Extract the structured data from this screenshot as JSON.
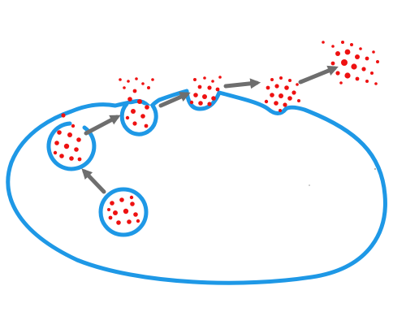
{
  "diagram": {
    "background_color": "#ffffff",
    "membrane_color": "#1e98e6",
    "granule_color": "#ee1111",
    "arrow_color": "#6e6e6e",
    "sequence": [
      "vesicle-in-cytoplasm",
      "vesicle-docked-open",
      "vesicle-partially-fused",
      "vesicle-nearly-fused",
      "vesicle-fused",
      "contents-released"
    ]
  }
}
